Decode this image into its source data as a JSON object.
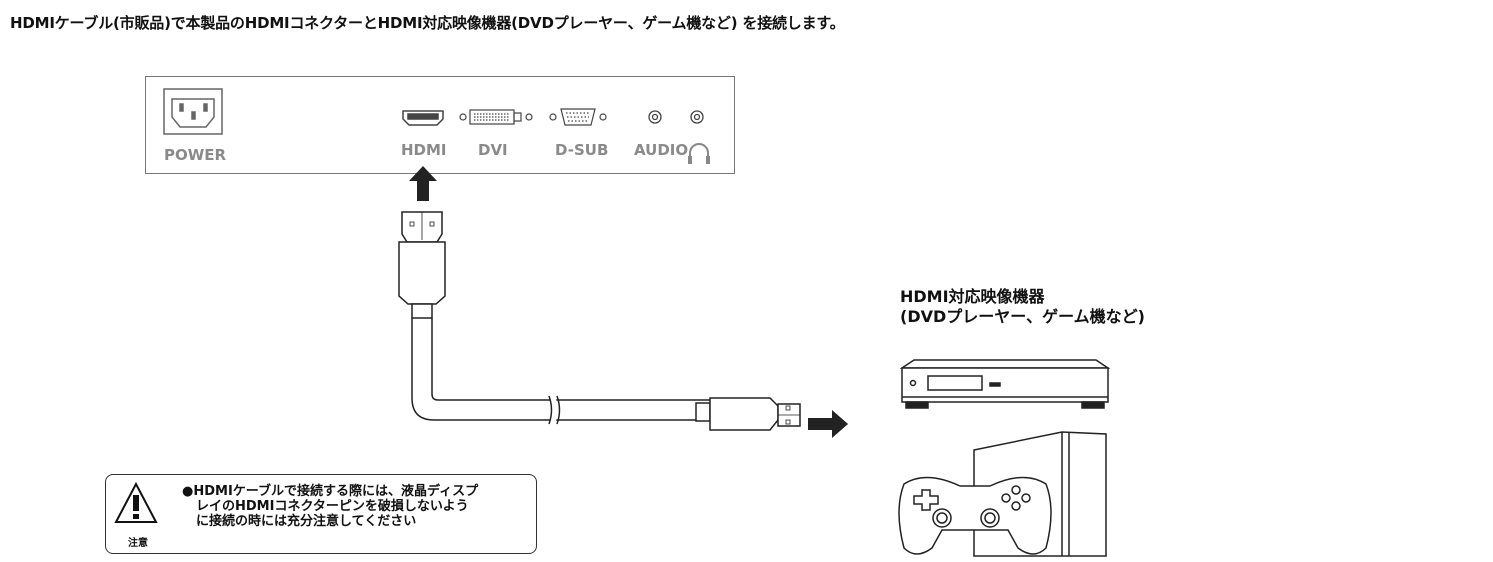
{
  "instruction": "HDMIケーブル(市販品)で本製品のHDMIコネクターとHDMI対応映像機器(DVDプレーヤー、ゲーム機など) を接続します。",
  "panel": {
    "ports": {
      "power": "POWER",
      "hdmi": "HDMI",
      "dvi": "DVI",
      "dsub": "D-SUB",
      "audio": "AUDIO"
    },
    "icons": [
      "power-inlet-icon",
      "hdmi-port-icon",
      "dvi-port-icon",
      "dsub-port-icon",
      "audio-jack-icon",
      "headphone-jack-icon",
      "headphone-icon"
    ]
  },
  "device": {
    "line1": "HDMI対応映像機器",
    "line2": "(DVDプレーヤー、ゲーム機など)"
  },
  "caution": {
    "line1": "●HDMIケーブルで接続する際には、液晶ディスプ",
    "line2": "レイのHDMIコネクターピンを破損しないよう",
    "line3": "に接続の時には充分注意してください",
    "label": "注意"
  }
}
